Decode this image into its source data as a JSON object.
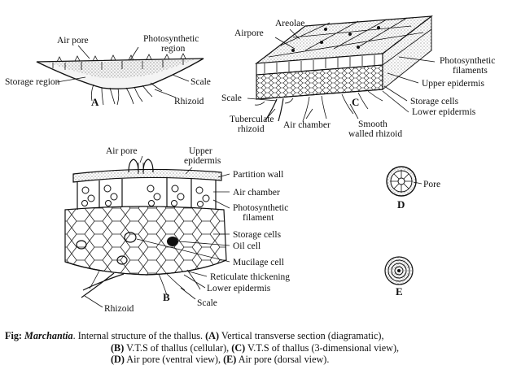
{
  "panel_a": {
    "tag": "A",
    "labels": {
      "air_pore": "Air pore",
      "photosynthetic_region_1": "Photosynthetic",
      "photosynthetic_region_2": "region",
      "storage_region": "Storage region",
      "scale": "Scale",
      "rhizoid": "Rhizoid"
    }
  },
  "panel_b": {
    "tag": "B",
    "labels": {
      "air_pore": "Air pore",
      "upper_epidermis_1": "Upper",
      "upper_epidermis_2": "epidermis",
      "partition_wall": "Partition wall",
      "air_chamber": "Air chamber",
      "photosynthetic_filament_1": "Photosynthetic",
      "photosynthetic_filament_2": "filament",
      "storage_cells": "Storage cells",
      "oil_cell": "Oil cell",
      "mucilage_cell": "Mucilage cell",
      "reticulate_thickening": "Reticulate thickening",
      "lower_epidermis": "Lower epidermis",
      "rhizoid": "Rhizoid",
      "scale": "Scale"
    }
  },
  "panel_c": {
    "tag": "C",
    "labels": {
      "areolae": "Areolae",
      "airpore": "Airpore",
      "photosynthetic_filaments_1": "Photosynthetic",
      "photosynthetic_filaments_2": "filaments",
      "upper_epidermis": "Upper epidermis",
      "scale": "Scale",
      "storage_cells": "Storage cells",
      "lower_epidermis": "Lower epidermis",
      "tuberculate_rhizoid_1": "Tuberculate",
      "tuberculate_rhizoid_2": "rhizoid",
      "air_chamber": "Air chamber",
      "smooth_walled_rhizoid_1": "Smooth",
      "smooth_walled_rhizoid_2": "walled rhizoid"
    }
  },
  "panel_d": {
    "tag": "D",
    "labels": {
      "pore": "Pore"
    }
  },
  "panel_e": {
    "tag": "E"
  },
  "caption": {
    "prefix": "Fig: ",
    "genus": "Marchantia",
    "line1_rest": ". Internal structure of the thallus. ",
    "a_tag": "(A)",
    "a_text": " Vertical transverse section (diagramatic),",
    "b_tag": "(B)",
    "b_text": " V.T.S of thallus (cellular), ",
    "c_tag": "(C)",
    "c_text": " V.T.S of thallus (3-dimensional view),",
    "d_tag": "(D)",
    "d_text": " Air pore (ventral view), ",
    "e_tag": "(E)",
    "e_text": " Air pore (dorsal view)."
  }
}
